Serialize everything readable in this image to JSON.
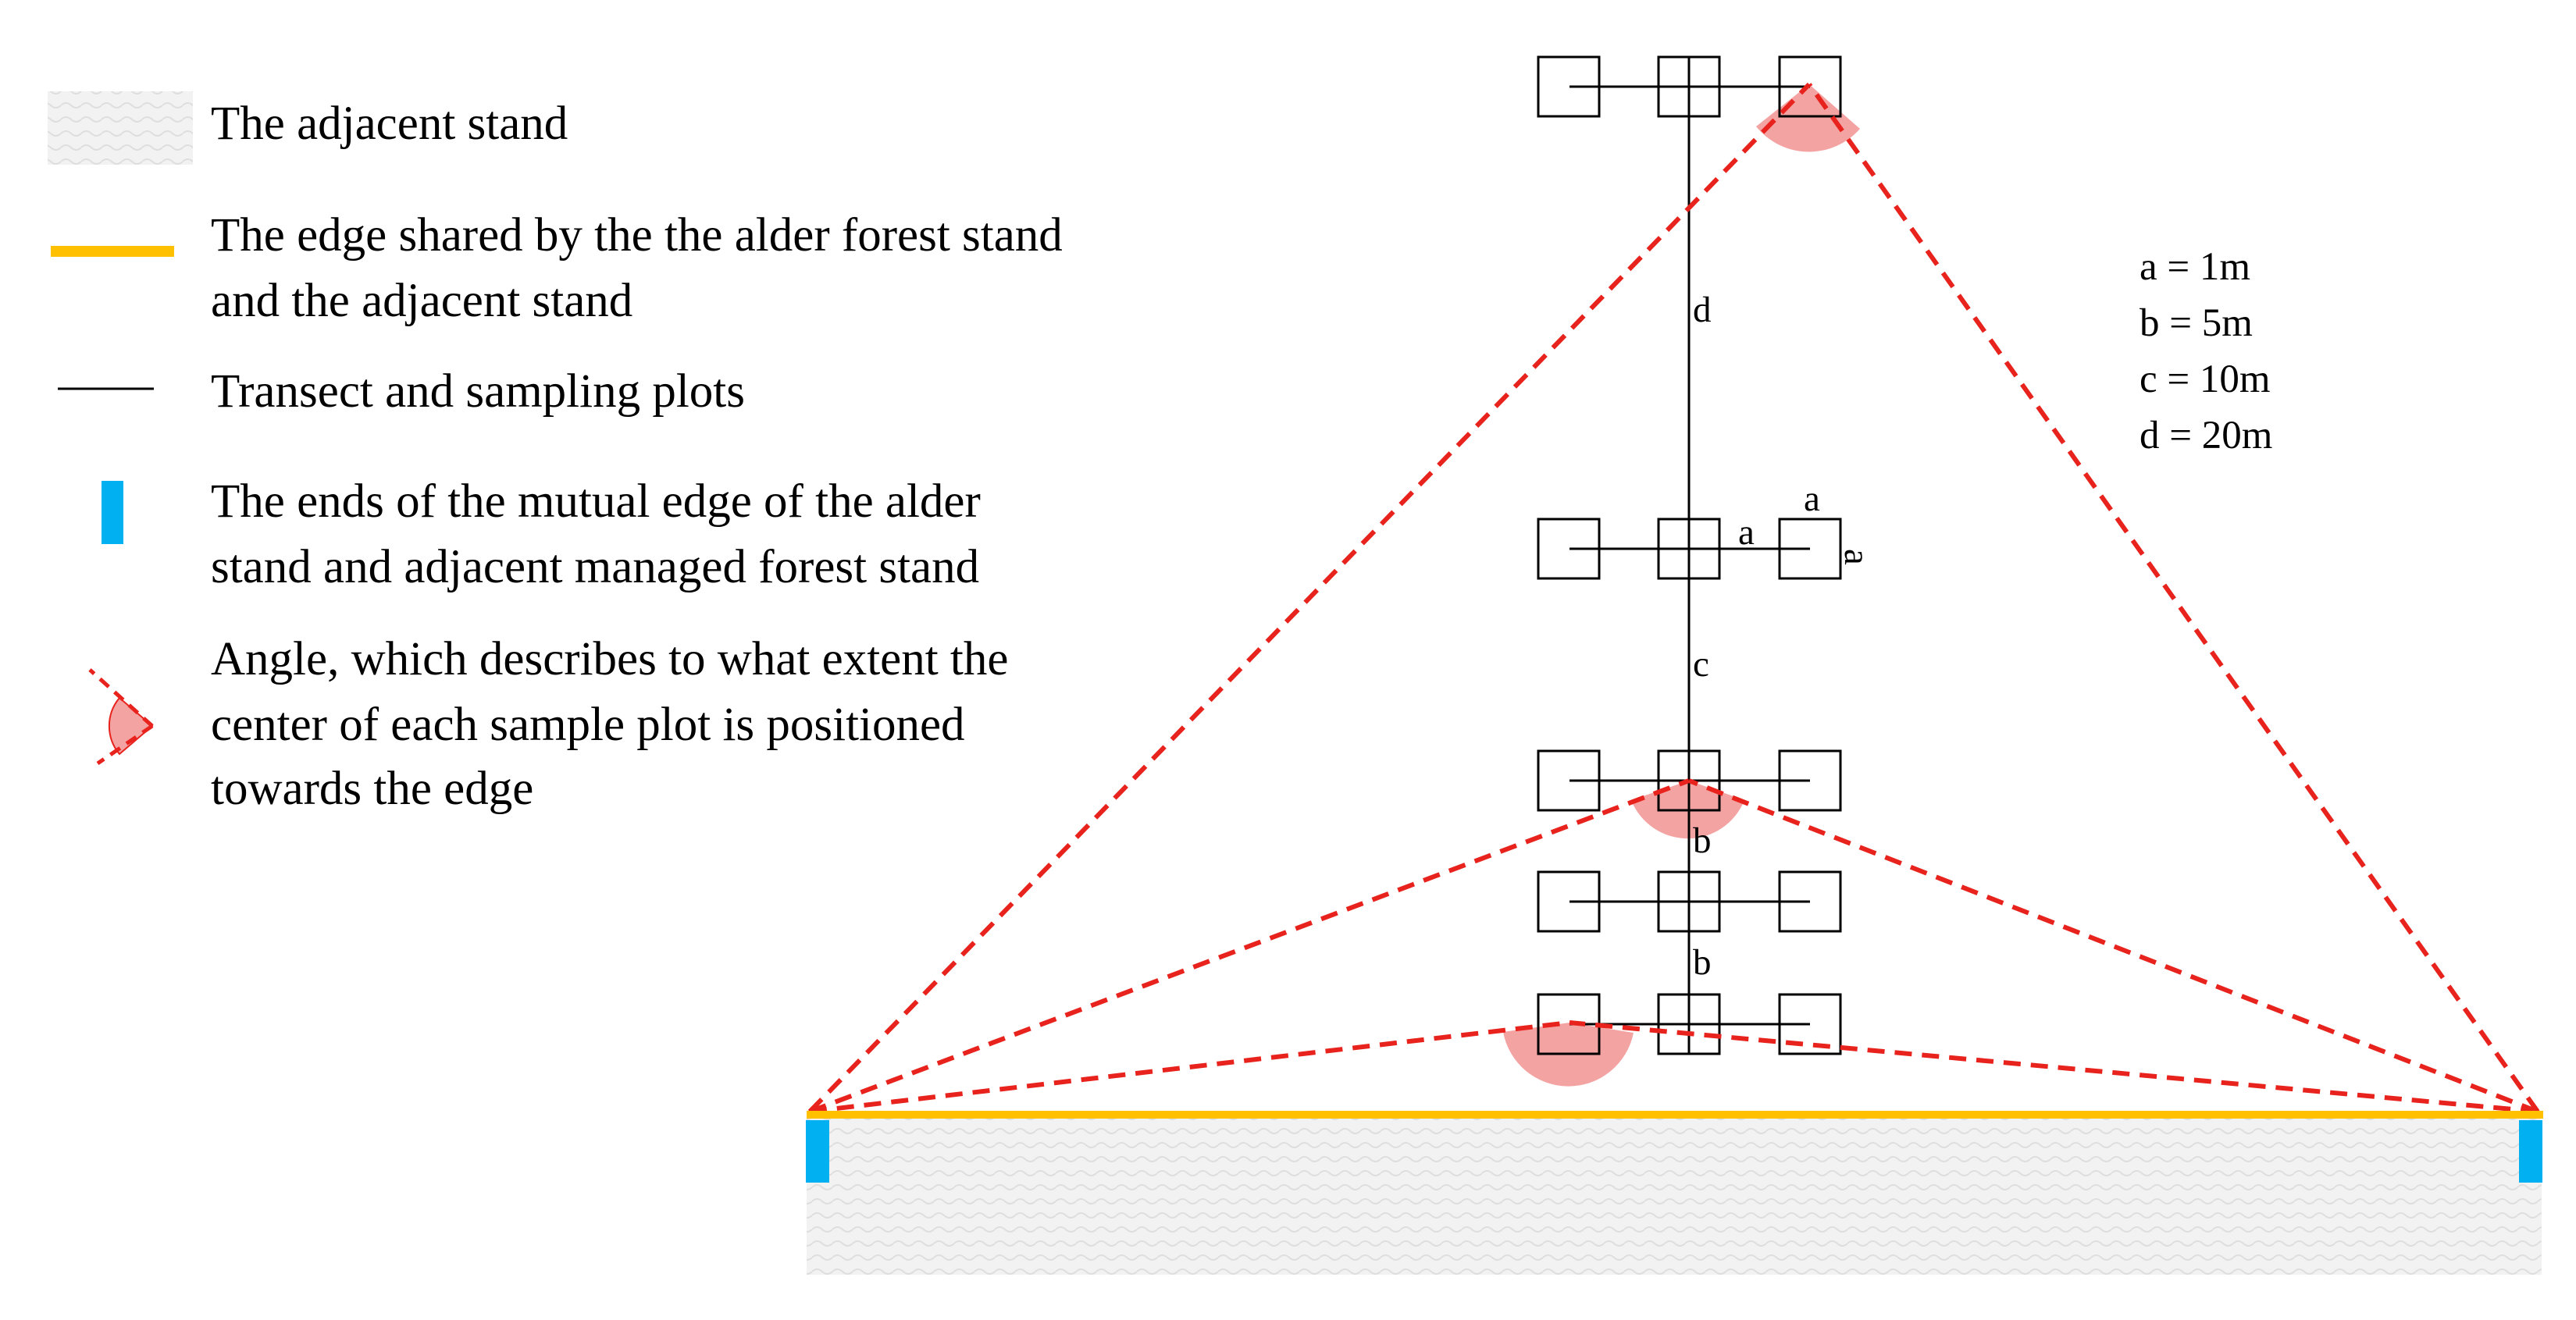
{
  "legend": {
    "items": [
      {
        "id": "adjacent-stand",
        "lines": [
          "The adjacent stand"
        ]
      },
      {
        "id": "shared-edge",
        "lines": [
          "The edge shared by the the alder forest stand",
          "and the adjacent stand"
        ]
      },
      {
        "id": "transect",
        "lines": [
          "Transect and sampling plots"
        ]
      },
      {
        "id": "edge-ends",
        "lines": [
          "The ends of the mutual edge of the alder",
          "stand and adjacent managed forest stand"
        ]
      },
      {
        "id": "angle",
        "lines": [
          "Angle, which describes to what extent the",
          "center of each sample plot is positioned",
          "towards the edge"
        ]
      }
    ]
  },
  "parameters": [
    "a = 1m",
    "b = 5m",
    "c = 10m",
    "d = 20m"
  ],
  "labels": {
    "d": "d",
    "c": "c",
    "b1": "b",
    "b2": "b",
    "a_right": "a",
    "a_top": "a",
    "a_side": "a"
  },
  "colors": {
    "edge": "#FFC000",
    "edge_end": "#00B0F0",
    "angle_line": "#E8221C",
    "angle_fill": "#F4A3A3",
    "stand_fill": "#F0F0F0",
    "line": "#000000"
  }
}
